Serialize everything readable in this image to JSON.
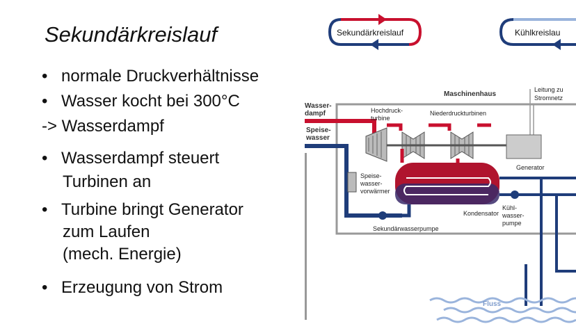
{
  "slide": {
    "title": "Sekundärkreislauf",
    "bullets": [
      {
        "marker": "•",
        "lines": [
          "normale Druckverhältnisse"
        ]
      },
      {
        "marker": "•",
        "lines": [
          "Wasser kocht bei 300°C"
        ]
      },
      {
        "marker": "",
        "lines": [
          "-> Wasserdampf"
        ]
      },
      {
        "marker": "•",
        "lines": [
          "Wasserdampf steuert",
          "Turbinen an"
        ]
      },
      {
        "marker": "•",
        "lines": [
          "Turbine bringt Generator",
          "zum Laufen",
          "(mech. Energie)"
        ]
      },
      {
        "marker": "•",
        "lines": [
          "Erzeugung von Strom"
        ]
      }
    ]
  },
  "diagram": {
    "pill_secondary": "Sekundärkreislauf",
    "pill_cooling": "Kühlkreislau",
    "house_label": "Maschinenhaus",
    "grid_label": [
      "Leitung zu",
      "Stromnetz"
    ],
    "steam_label": [
      "Wasser-",
      "dampf"
    ],
    "feedwater_label": [
      "Speise-",
      "wasser"
    ],
    "hp_turbine_label": [
      "Hochdruck-",
      "turbine"
    ],
    "lp_turbine_label": "Niederdruckturbinen",
    "generator_label": "Generator",
    "preheater_label": [
      "Speise-",
      "wasser-",
      "vorwärmer"
    ],
    "condenser_label": "Kondensator",
    "cooling_pump_label": [
      "Kühl-",
      "wasser-",
      "pumpe"
    ],
    "secondary_pump_label": "Sekundärwasserpumpe",
    "river_label": "Fluss",
    "colors": {
      "hot": "#c8102e",
      "cold": "#1f3d7a",
      "frame": "#999999",
      "water": "#9ab4dc"
    }
  }
}
